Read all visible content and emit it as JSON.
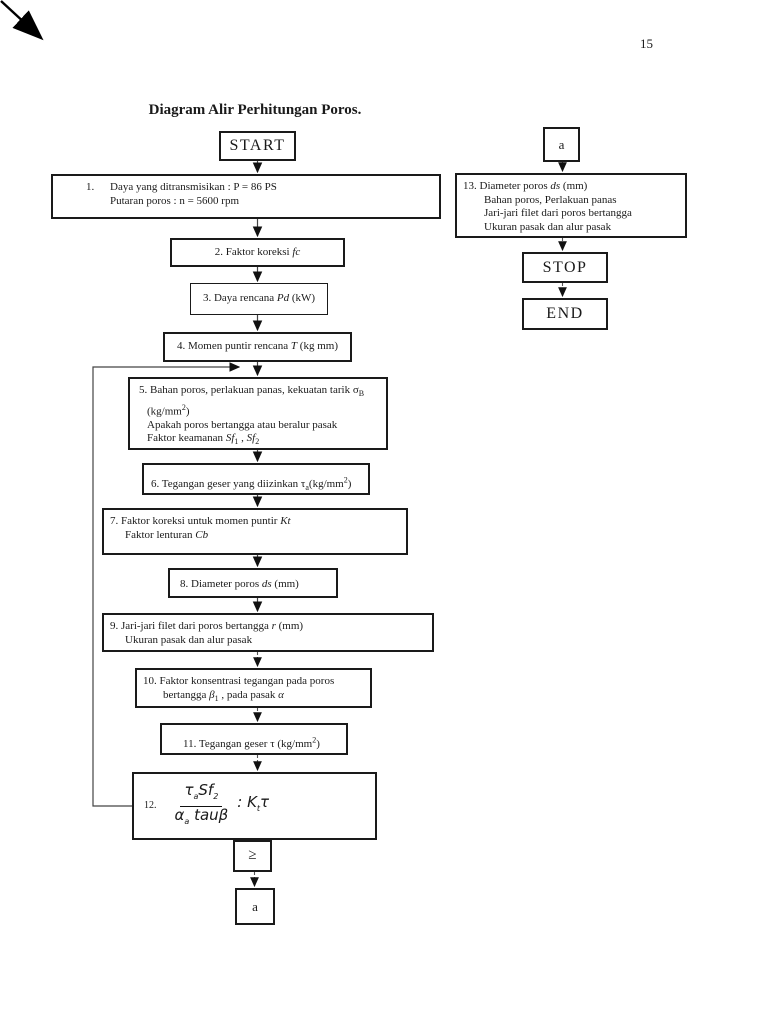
{
  "page": {
    "number": "15",
    "title": "Diagram Alir Perhitungan Poros."
  },
  "terminals": {
    "start": "START",
    "stop": "STOP",
    "end": "END"
  },
  "connectors": {
    "a_top": "a",
    "a_bottom": "a",
    "decision": "≥"
  },
  "steps": {
    "s1": {
      "num": "1.",
      "l1": "Daya yang ditransmisikan : P = 86 PS",
      "l2": "Putaran poros : n = 5600 rpm"
    },
    "s2": {
      "pre": "2. Faktor koreksi ",
      "var1": "fc"
    },
    "s3": {
      "pre": "3. Daya rencana ",
      "var1": "Pd",
      "post": " (kW)"
    },
    "s4": {
      "pre": "4. Momen puntir rencana ",
      "var1": "T",
      "post": " (kg mm)"
    },
    "s5": {
      "l1_pre": "5. Bahan poros, perlakuan panas, kekuatan tarik σ",
      "l1_sub": "B",
      "l2_pre": "(kg/mm",
      "l2_sup": "2",
      "l2_post": ")",
      "l3": "Apakah poros bertangga atau beralur pasak",
      "l4_pre": "Faktor keamanan ",
      "l4_var1": "Sf",
      "l4_sub1": "1",
      "l4_mid": " , ",
      "l4_var2": "Sf",
      "l4_sub2": "2"
    },
    "s6": {
      "pre": "6. Tegangan geser yang diizinkan τ",
      "sub": "a",
      "mid": "(kg/mm",
      "sup": "2",
      "post": ")"
    },
    "s7": {
      "l1_pre": "7. Faktor koreksi untuk momen puntir ",
      "l1_var": "Kt",
      "l2_pre": "Faktor lenturan ",
      "l2_var": "Cb"
    },
    "s8": {
      "pre": "8. Diameter poros ",
      "var1": "ds",
      "post": " (mm)"
    },
    "s9": {
      "l1_pre": "9. Jari-jari filet dari poros bertangga ",
      "l1_var": "r",
      "l1_post": " (mm)",
      "l2": "Ukuran pasak dan alur pasak"
    },
    "s10": {
      "l1": "10. Faktor konsentrasi tegangan pada poros",
      "l2_pre": "bertangga ",
      "l2_var1": "β",
      "l2_sub1": "1",
      "l2_mid": " , pada pasak ",
      "l2_var2": "α"
    },
    "s11": {
      "pre": "11. Tegangan geser τ (kg/mm",
      "sup": "2",
      "post": ")"
    },
    "s12": {
      "num": "12.",
      "nu_sym": "τ",
      "nu_sub": "a",
      "nu_var": "Sf",
      "nu_var_sub": "2",
      "de_sym": "α",
      "de_sub": "a",
      "de_var": " tauβ",
      "colon": ":",
      "k": "K",
      "k_sub": "t",
      "tau": "τ"
    },
    "s13": {
      "l1_pre": "13. Diameter poros ",
      "l1_var": "ds",
      "l1_post": " (mm)",
      "l2": "Bahan poros, Perlakuan panas",
      "l3": "Jari-jari filet dari poros bertangga",
      "l4": "Ukuran pasak dan alur pasak"
    }
  }
}
